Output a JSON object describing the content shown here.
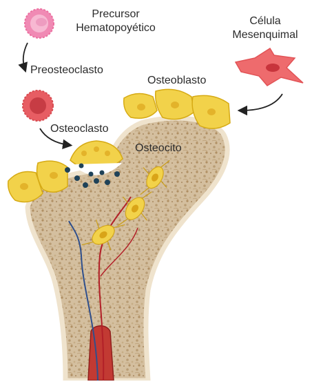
{
  "labels": {
    "precursor_line1": "Precursor",
    "precursor_line2": "Hematopoyético",
    "celula_line1": "Célula",
    "celula_line2": "Mesenquimal",
    "preosteoclasto": "Preosteoclasto",
    "osteoblasto": "Osteoblasto",
    "osteoclasto": "Osteoclasto",
    "osteocito": "Osteocito"
  },
  "colors": {
    "bone_fill": "#d7c3a4",
    "bone_edge": "#e9dbc2",
    "osteoblast": "#f2d24a",
    "osteoblast_edge": "#d6aa14",
    "osteocyte_nucleus": "#d9a418",
    "mesenchymal": "#ee6b6d",
    "hematopoietic": "#f08ab4",
    "preosteoclast": "#e75d63",
    "resorption_dots": "#1f4258",
    "artery": "#b22028",
    "vein": "#2f4f8c",
    "marrow": "#c23a33"
  }
}
